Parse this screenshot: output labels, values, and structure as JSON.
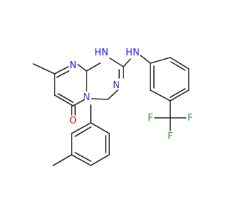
{
  "atom_labels": {
    "n_top_left": "N",
    "nh_top": "N",
    "h_top": "H",
    "n_amine": "N",
    "h_amine": "H",
    "n_ring_right": "N",
    "n_ring_left": "N",
    "o_carbonyl": "O",
    "f_1": "F",
    "f_2": "F",
    "f_3": "F"
  },
  "colors": {
    "bond": "#2b2b2b",
    "nitrogen": "#2626e8",
    "oxygen": "#e21d1d",
    "fluorine": "#2b9a2b"
  }
}
